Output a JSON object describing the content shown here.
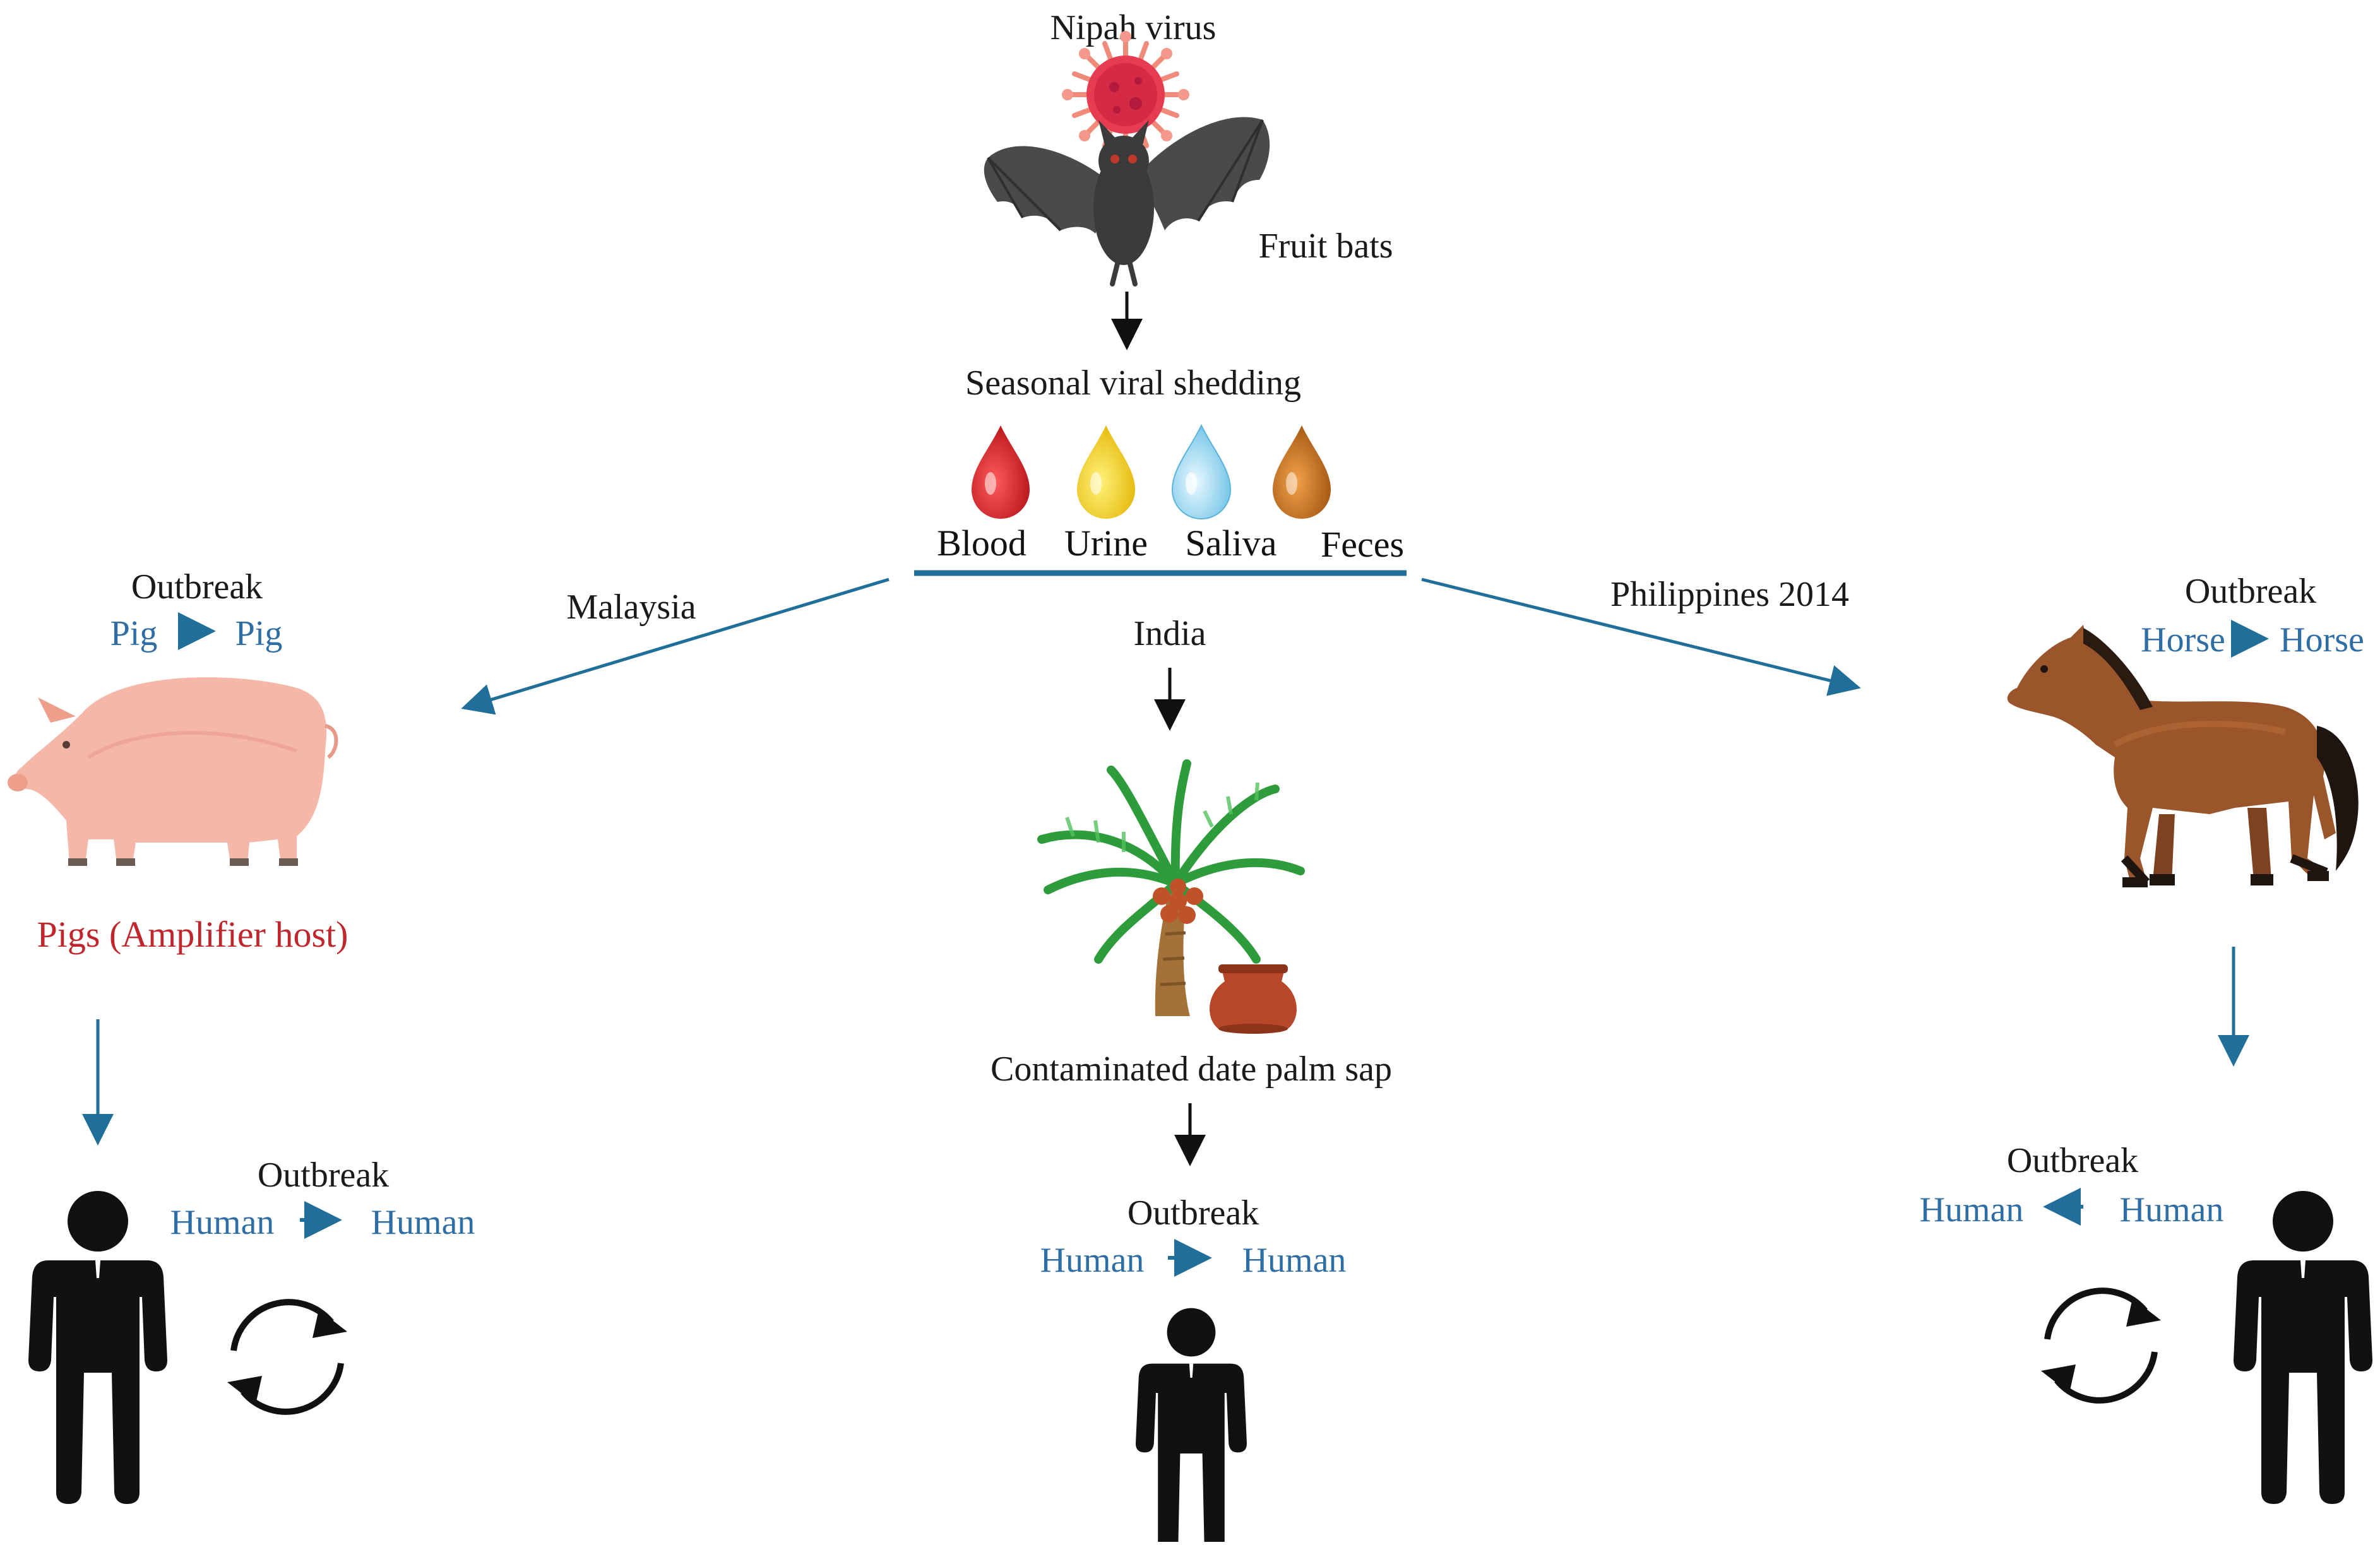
{
  "top": {
    "virus_label": "Nipah virus",
    "bat_label": "Fruit bats",
    "shedding_label": "Seasonal viral shedding",
    "fluids": [
      "Blood",
      "Urine",
      "Saliva",
      "Feces"
    ]
  },
  "routes": {
    "left": "Malaysia",
    "center": "India",
    "right": "Philippines 2014"
  },
  "left": {
    "outbreak": "Outbreak",
    "animal_from": "Pig",
    "animal_to": "Pig",
    "host_label": "Pigs (Amplifier host)",
    "human_outbreak": "Outbreak",
    "human_from": "Human",
    "human_to": "Human"
  },
  "center": {
    "sap_label": "Contaminated date palm sap",
    "outbreak": "Outbreak",
    "human_from": "Human",
    "human_to": "Human"
  },
  "right": {
    "outbreak": "Outbreak",
    "animal_from": "Horse",
    "animal_to": "Horse",
    "human_outbreak": "Outbreak",
    "human_from": "Human",
    "human_to": "Human"
  },
  "colors": {
    "blue": "#2f6ea5",
    "teal_arrow": "#1f6f9a",
    "red": "#c0272d",
    "black": "#111111"
  }
}
